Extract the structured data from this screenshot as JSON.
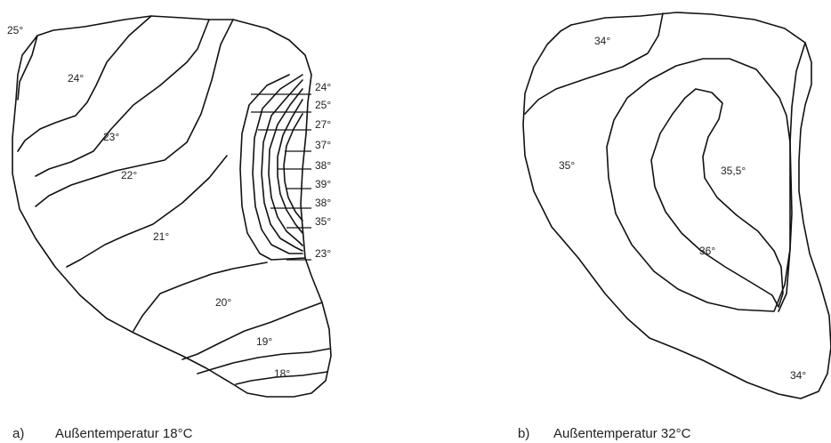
{
  "panel_a": {
    "caption_letter": "a)",
    "caption_text": "Außentemperatur 18°C",
    "labels": {
      "t25_corner": "25°",
      "t24": "24°",
      "t23": "23°",
      "t22": "22°",
      "t21": "21°",
      "t20": "20°",
      "t19": "19°",
      "t18": "18°"
    },
    "leader_labels": [
      "24°",
      "25°",
      "27°",
      "37°",
      "38°",
      "39°",
      "38°",
      "35°",
      "23°"
    ]
  },
  "panel_b": {
    "caption_letter": "b)",
    "caption_text": "Außentemperatur 32°C",
    "labels": {
      "t34_top": "34°",
      "t35": "35°",
      "t35_5": "35,5°",
      "t36": "36°",
      "t34_bottom": "34°"
    }
  }
}
